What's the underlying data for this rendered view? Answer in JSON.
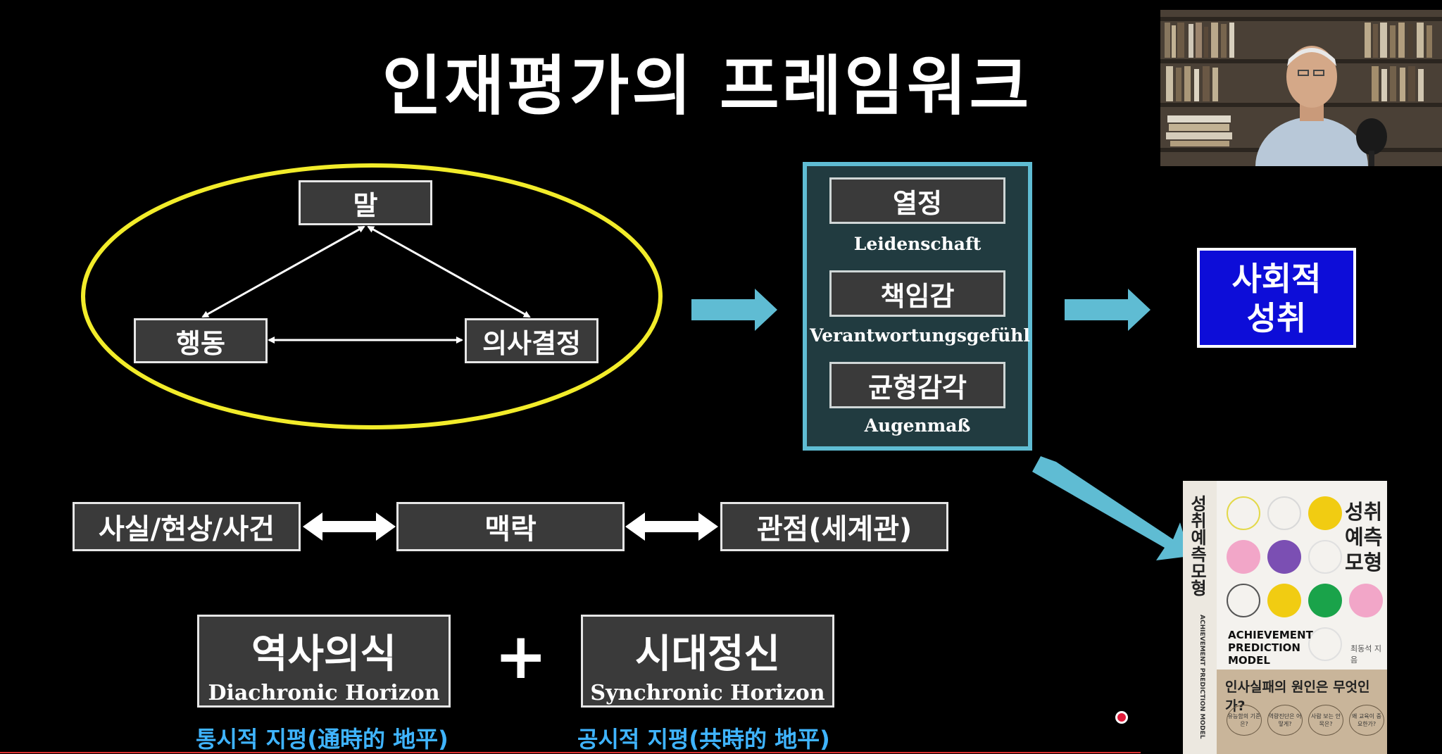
{
  "title": "인재평가의 프레임워크",
  "triangle": {
    "top": "말",
    "left": "행동",
    "right": "의사결정"
  },
  "virtues": [
    {
      "ko": "열정",
      "de": "Leidenschaft"
    },
    {
      "ko": "책임감",
      "de": "Verantwortungsgefühl"
    },
    {
      "ko": "균형감각",
      "de": "Augenmaß"
    }
  ],
  "outcome": {
    "line1": "사회적",
    "line2": "성취"
  },
  "chain": {
    "left": "사실/현상/사건",
    "middle": "맥락",
    "right": "관점(세계관)"
  },
  "horizons": {
    "left": {
      "ko": "역사의식",
      "en": "Diachronic Horizon",
      "sub": "통시적 지평(通時的 地平)"
    },
    "plus": "+",
    "right": {
      "ko": "시대정신",
      "en": "Synchronic Horizon",
      "sub": "공시적 지평(共時的 地平)"
    }
  },
  "book": {
    "spine_title": "성취예측모형",
    "spine_en": "ACHIEVEMENT PREDICTION MODEL",
    "title_line1": "성취",
    "title_line2": "예측",
    "title_line3": "모형",
    "en_line1": "ACHIEVEMENT",
    "en_line2": "PREDICTION",
    "en_line3": "MODEL",
    "author": "최동석 지음",
    "question": "인사실패의 원인은 무엇인가?",
    "ovals": [
      "유능함의 기준은?",
      "역량진단은 어떻게?",
      "사람 보는 안목은?",
      "왜 교육이 중요한가?"
    ]
  },
  "colors": {
    "ellipse": "#f2ec2a",
    "arrow": "#5fbcd3",
    "panel_border": "#5fbcd3",
    "success_bg": "#0d0dd8",
    "subtitle": "#3fb4ff"
  }
}
